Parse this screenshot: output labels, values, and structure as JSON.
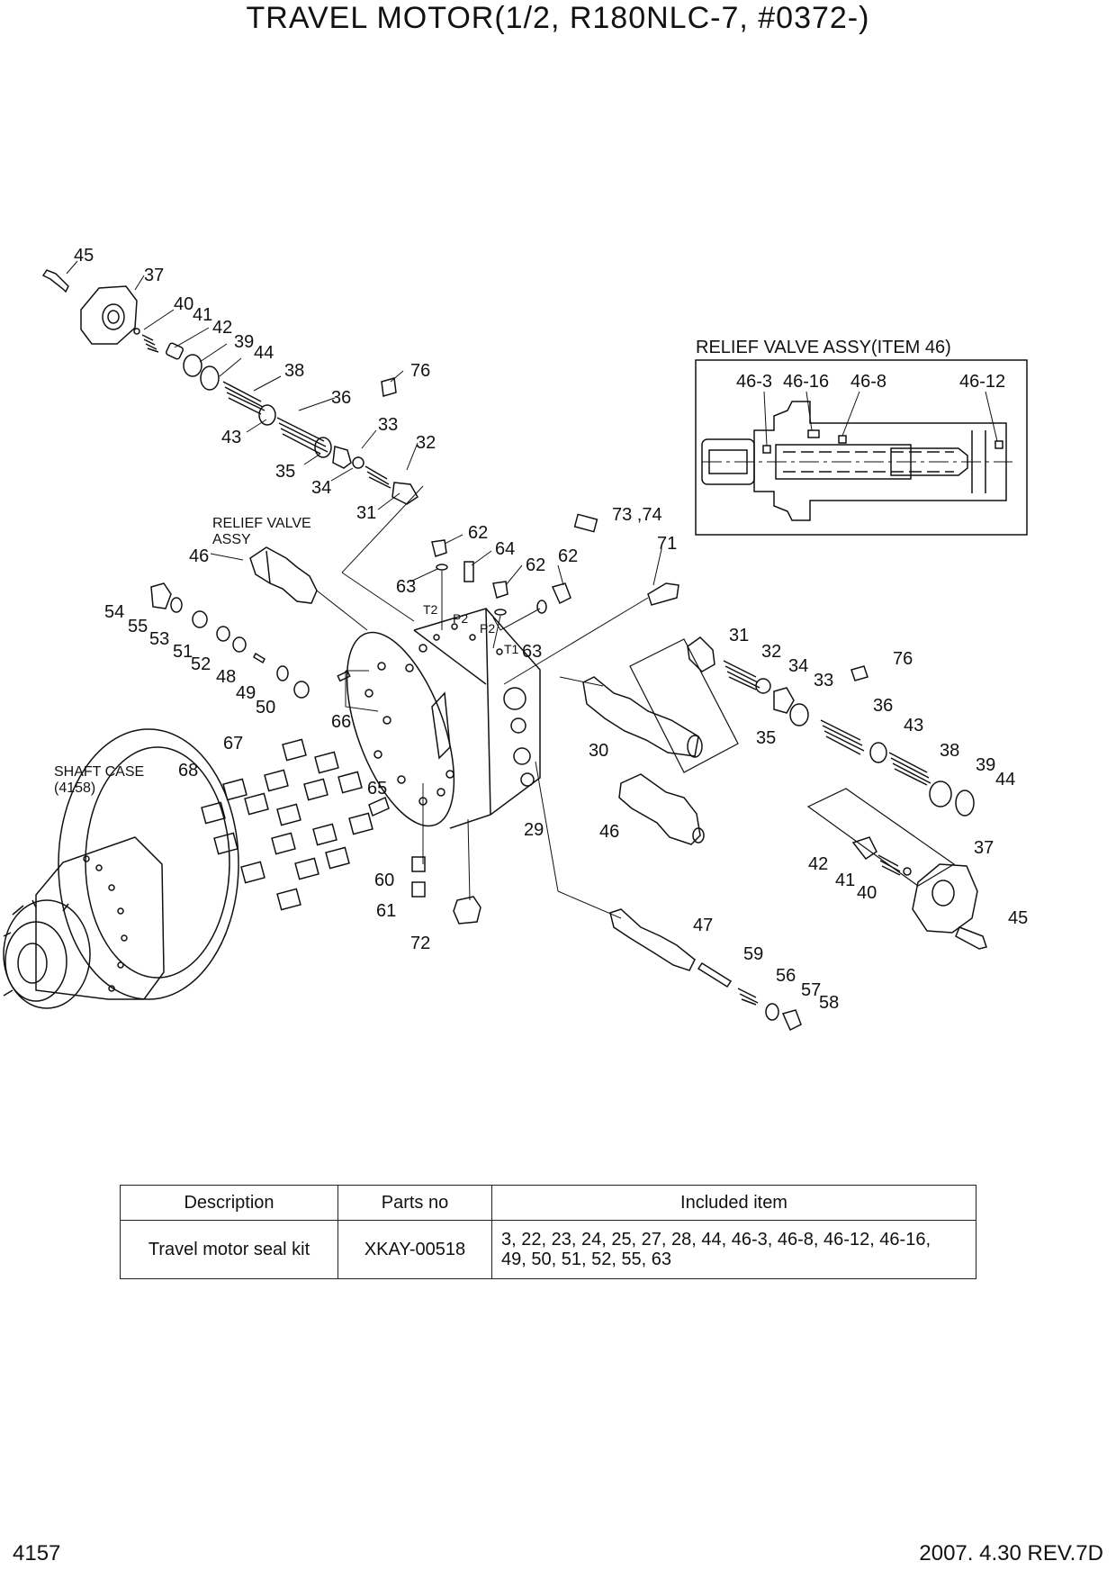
{
  "title": "TRAVEL MOTOR(1/2, R180NLC-7,  #0372-)",
  "inset": {
    "title": "RELIEF VALVE ASSY(ITEM 46)",
    "labels": [
      "46-3",
      "46-16",
      "46-8",
      "46-12"
    ]
  },
  "notes": {
    "relief_line1": "RELIEF VALVE",
    "relief_line2": "ASSY",
    "shaft_line1": "SHAFT CASE",
    "shaft_line2": "(4158)"
  },
  "ports": {
    "t2": "T2",
    "p2a": "P2",
    "p2b": "P2",
    "t1": "T1"
  },
  "callouts": {
    "c45a": "45",
    "c37a": "37",
    "c40a": "40",
    "c41a": "41",
    "c42a": "42",
    "c39a": "39",
    "c44a": "44",
    "c38a": "38",
    "c76a": "76",
    "c36a": "36",
    "c43a": "43",
    "c33a": "33",
    "c32a": "32",
    "c35a": "35",
    "c34a": "34",
    "c31a": "31",
    "c46a": "46",
    "c62a": "62",
    "c64": "64",
    "c62b": "62",
    "c62c": "62",
    "c73": "73 ,74",
    "c71": "71",
    "c63a": "63",
    "c63b": "63",
    "c54": "54",
    "c55": "55",
    "c53": "53",
    "c51": "51",
    "c52": "52",
    "c48": "48",
    "c49": "49",
    "c50": "50",
    "c66": "66",
    "c67": "67",
    "c68": "68",
    "c65": "65",
    "c29": "29",
    "c60": "60",
    "c61": "61",
    "c72": "72",
    "c30": "30",
    "c31b": "31",
    "c32b": "32",
    "c34b": "34",
    "c33b": "33",
    "c76b": "76",
    "c35b": "35",
    "c36b": "36",
    "c43b": "43",
    "c38b": "38",
    "c39b": "39",
    "c44b": "44",
    "c46b": "46",
    "c37b": "37",
    "c42b": "42",
    "c41b": "41",
    "c40b": "40",
    "c45b": "45",
    "c47": "47",
    "c59": "59",
    "c56": "56",
    "c57": "57",
    "c58": "58"
  },
  "table": {
    "headers": [
      "Description",
      "Parts no",
      "Included item"
    ],
    "rows": [
      {
        "description": "Travel motor seal kit",
        "part_no": "XKAY-00518",
        "items_line1": "3, 22, 23, 24, 25, 27, 28, 44, 46-3, 46-8, 46-12, 46-16,",
        "items_line2": "49, 50, 51, 52, 55, 63"
      }
    ]
  },
  "footer": {
    "page": "4157",
    "revision": "2007. 4.30  REV.7D"
  }
}
